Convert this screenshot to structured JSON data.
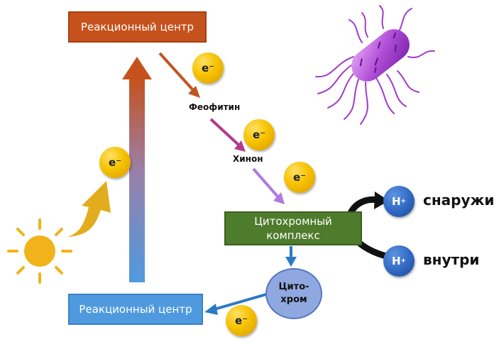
{
  "nodes": {
    "reaction_center_top": "Реакционный центр",
    "reaction_center_bottom": "Реакционный центр",
    "pheophytin": "Феофитин",
    "quinone": "Хинон",
    "cytochrome_complex": "Цитохромный комплекс",
    "cytochrome": "Цито-хром"
  },
  "electron_label": "e⁻",
  "proton": {
    "symbol": "H",
    "charge": "+"
  },
  "sides": {
    "outside": "снаружи",
    "inside": "внутри"
  },
  "colors": {
    "top_box": "#c5521c",
    "bottom_box": "#4f9adf",
    "complex_box": "#4e7b2c",
    "cytochrome_fill": "#8fa8e0",
    "electron": "#f6c200",
    "proton": "#2f67c2",
    "sun": "#f0b31a",
    "bacterium": "#a03cc8"
  }
}
